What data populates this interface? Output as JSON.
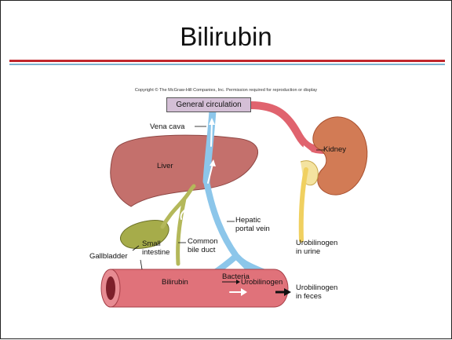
{
  "slide": {
    "title": "Bilirubin",
    "copyright": "Copyright © The McGraw-Hill Companies, Inc. Permission required for reproduction or display"
  },
  "diagram": {
    "general_circulation": "General circulation",
    "vena_cava": "Vena cava",
    "kidney": "Kidney",
    "liver": "Liver",
    "hepatic_portal_vein_1": "Hepatic",
    "hepatic_portal_vein_2": "portal vein",
    "urobilinogen_urine_1": "Urobilinogen",
    "urobilinogen_urine_2": "in urine",
    "gallbladder": "Gallbladder",
    "small_intestine_1": "Small",
    "small_intestine_2": "intestine",
    "common_bile_duct_1": "Common",
    "common_bile_duct_2": "bile duct",
    "bilirubin": "Bilirubin",
    "bacteria": "Bacteria",
    "urobilinogen": "Urobilinogen",
    "urobilinogen_feces_1": "Urobilinogen",
    "urobilinogen_feces_2": "in feces"
  },
  "colors": {
    "title_rule_red": "#c0262b",
    "title_rule_blue": "#7fb4cf",
    "vein_blue": "#8cc6ea",
    "artery_red": "#e0636e",
    "liver": "#c4706c",
    "kidney": "#d07a5a",
    "bile_green": "#a6ac4a",
    "intestine": "#e0727a",
    "ureter_yellow": "#f0d060",
    "box_fill": "#d4bfd6"
  }
}
